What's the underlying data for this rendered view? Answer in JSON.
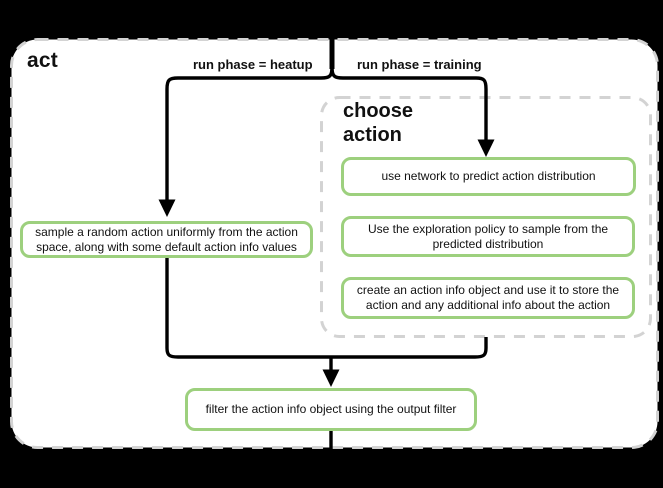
{
  "diagram": {
    "title": "act",
    "branch_labels": {
      "heatup": "run phase = heatup",
      "training": "run phase = training"
    },
    "group": {
      "title": "choose action"
    },
    "nodes": {
      "sample": "sample a random action uniformly from the action space, along with some default action info values",
      "predict": "use network to predict action distribution",
      "explore": "Use the exploration policy to sample from the predicted distribution",
      "create_info": "create an action info object and use it to store the action and any additional info about the action",
      "filter": "filter the action info object using the output filter"
    },
    "colors": {
      "background": "#000000",
      "surface": "#ffffff",
      "node_border_green": "#9dd07e",
      "dashed_border_gray": "#d3d3d3",
      "connector_black": "#000000",
      "text": "#111111"
    }
  }
}
